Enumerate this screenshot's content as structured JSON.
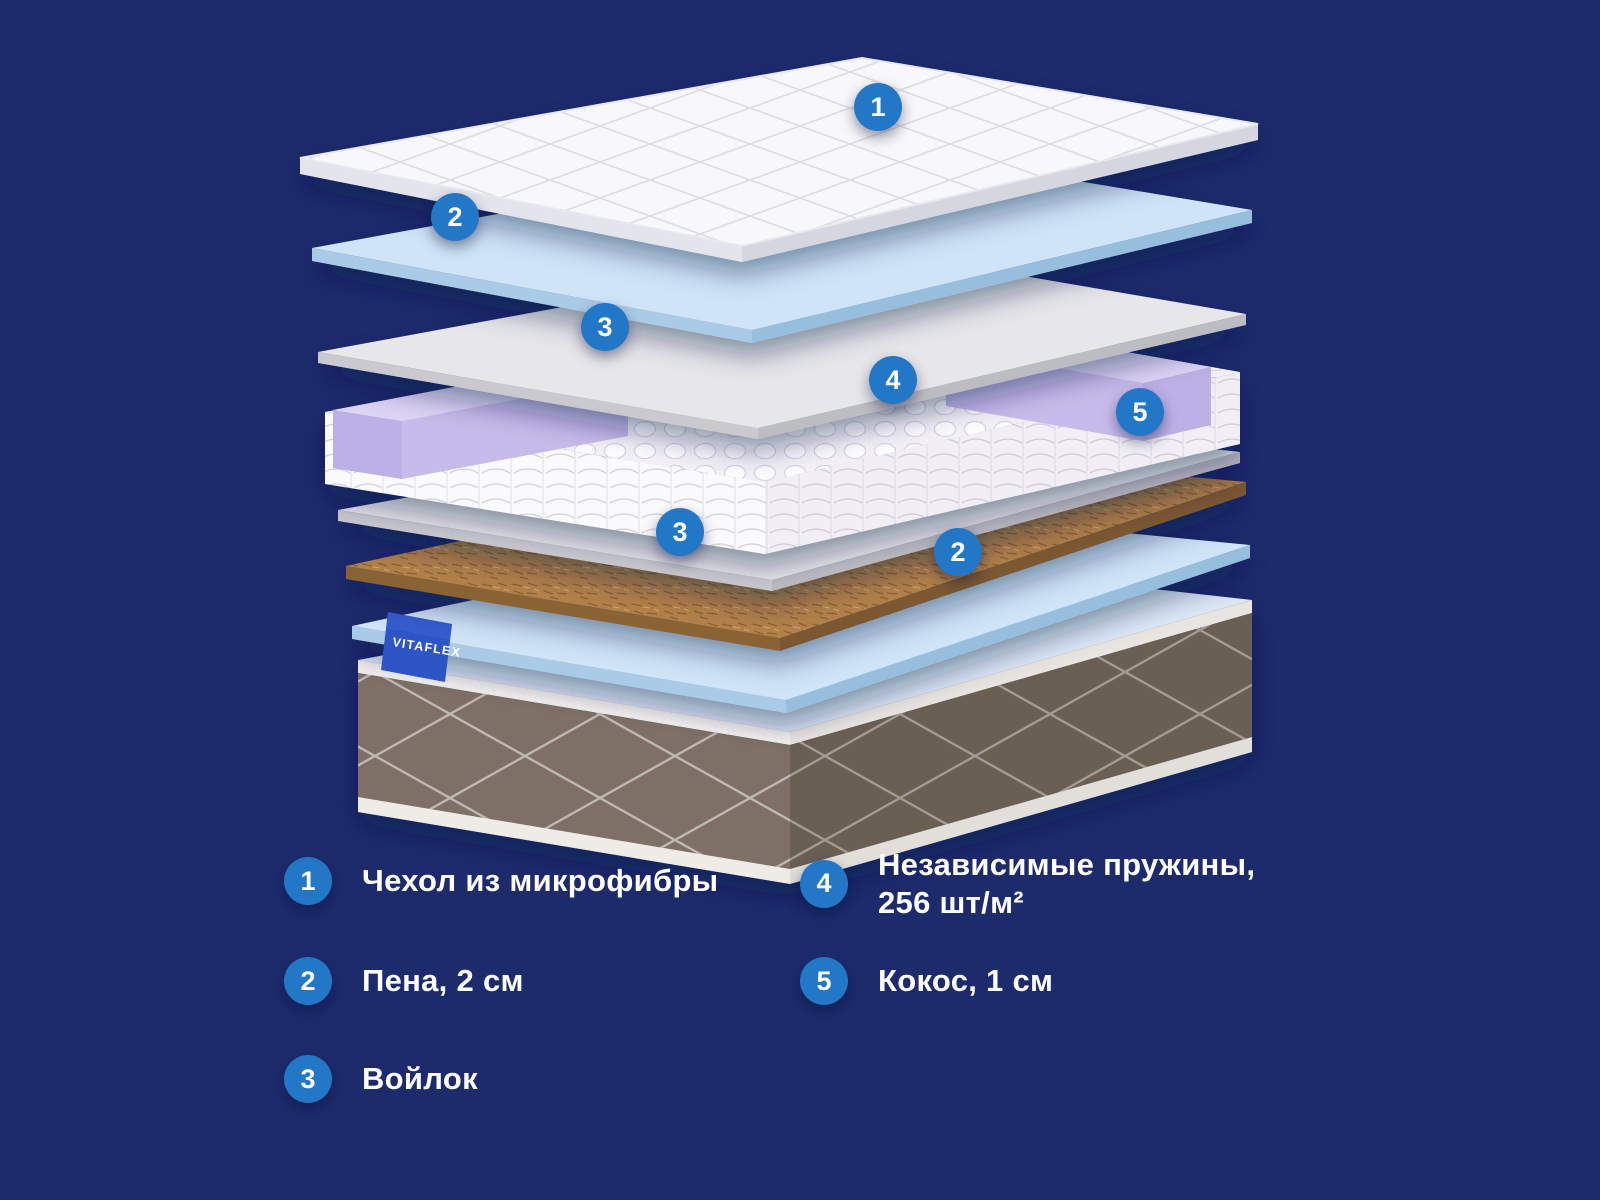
{
  "brand": "VITAFLEX",
  "colors": {
    "background": "#1d2b6d",
    "badge_blue": "#2377c7",
    "tag_blue": "#2e55c6",
    "foam_blue": "#cfe4f7",
    "coir_brown": "#b2814a",
    "lavender": "#ddd5f5"
  },
  "diagram": {
    "badges": [
      {
        "n": "1"
      },
      {
        "n": "2"
      },
      {
        "n": "3"
      },
      {
        "n": "4"
      },
      {
        "n": "5"
      },
      {
        "n": "3"
      },
      {
        "n": "2"
      }
    ]
  },
  "legend": {
    "items_left": [
      {
        "n": "1",
        "label": "Чехол из микрофибры"
      },
      {
        "n": "2",
        "label": "Пена, 2 см"
      },
      {
        "n": "3",
        "label": "Войлок"
      }
    ],
    "items_right": [
      {
        "n": "4",
        "label": "Независимые пружины,",
        "label2": "256 шт/м²"
      },
      {
        "n": "5",
        "label": "Кокос, 1 см"
      }
    ]
  }
}
